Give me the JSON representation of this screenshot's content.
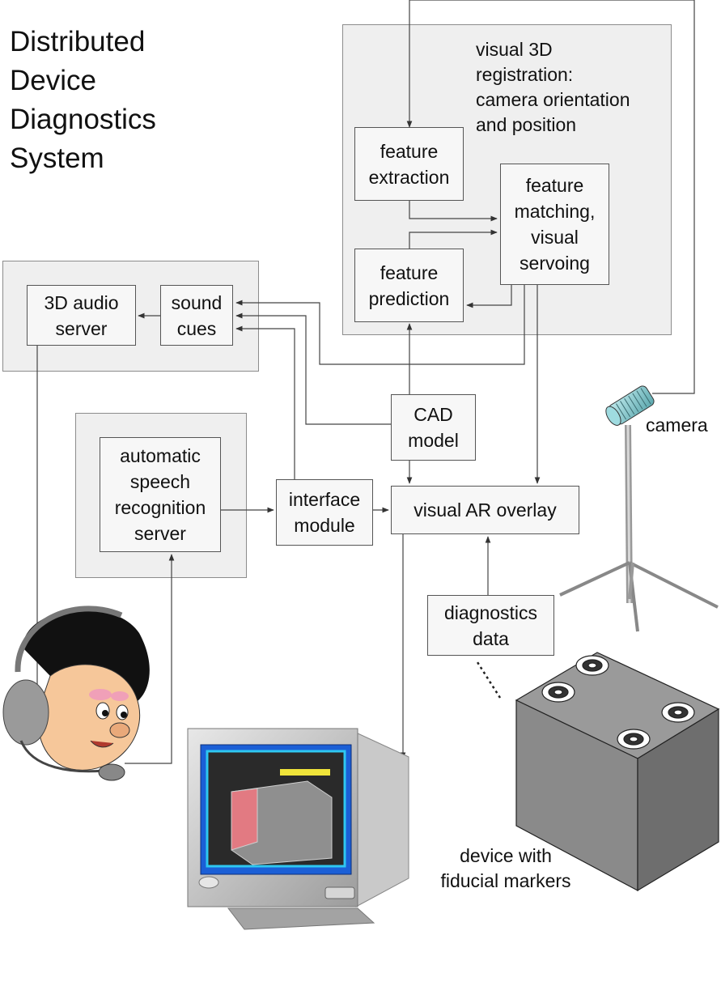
{
  "title": "Distributed\nDevice\nDiagnostics\nSystem",
  "groups": {
    "registration_label": "visual 3D\nregistration:\ncamera orientation\nand position"
  },
  "boxes": {
    "feature_extraction": "feature\nextraction",
    "feature_matching": "feature\nmatching,\nvisual\nservoing",
    "feature_prediction": "feature\nprediction",
    "audio_server": "3D audio\nserver",
    "sound_cues": "sound\ncues",
    "cad_model": "CAD\nmodel",
    "asr_server": "automatic\nspeech\nrecognition\nserver",
    "interface_module": "interface\nmodule",
    "ar_overlay": "visual AR overlay",
    "diagnostics_data": "diagnostics\ndata"
  },
  "labels": {
    "camera": "camera",
    "device": "device with\nfiducial markers"
  },
  "colors": {
    "group_bg": "#efefef",
    "box_bg": "#f7f7f7",
    "line": "#444444",
    "device_top": "#9a9a9a",
    "device_front": "#777777",
    "camera_body": "#88c8cc"
  }
}
